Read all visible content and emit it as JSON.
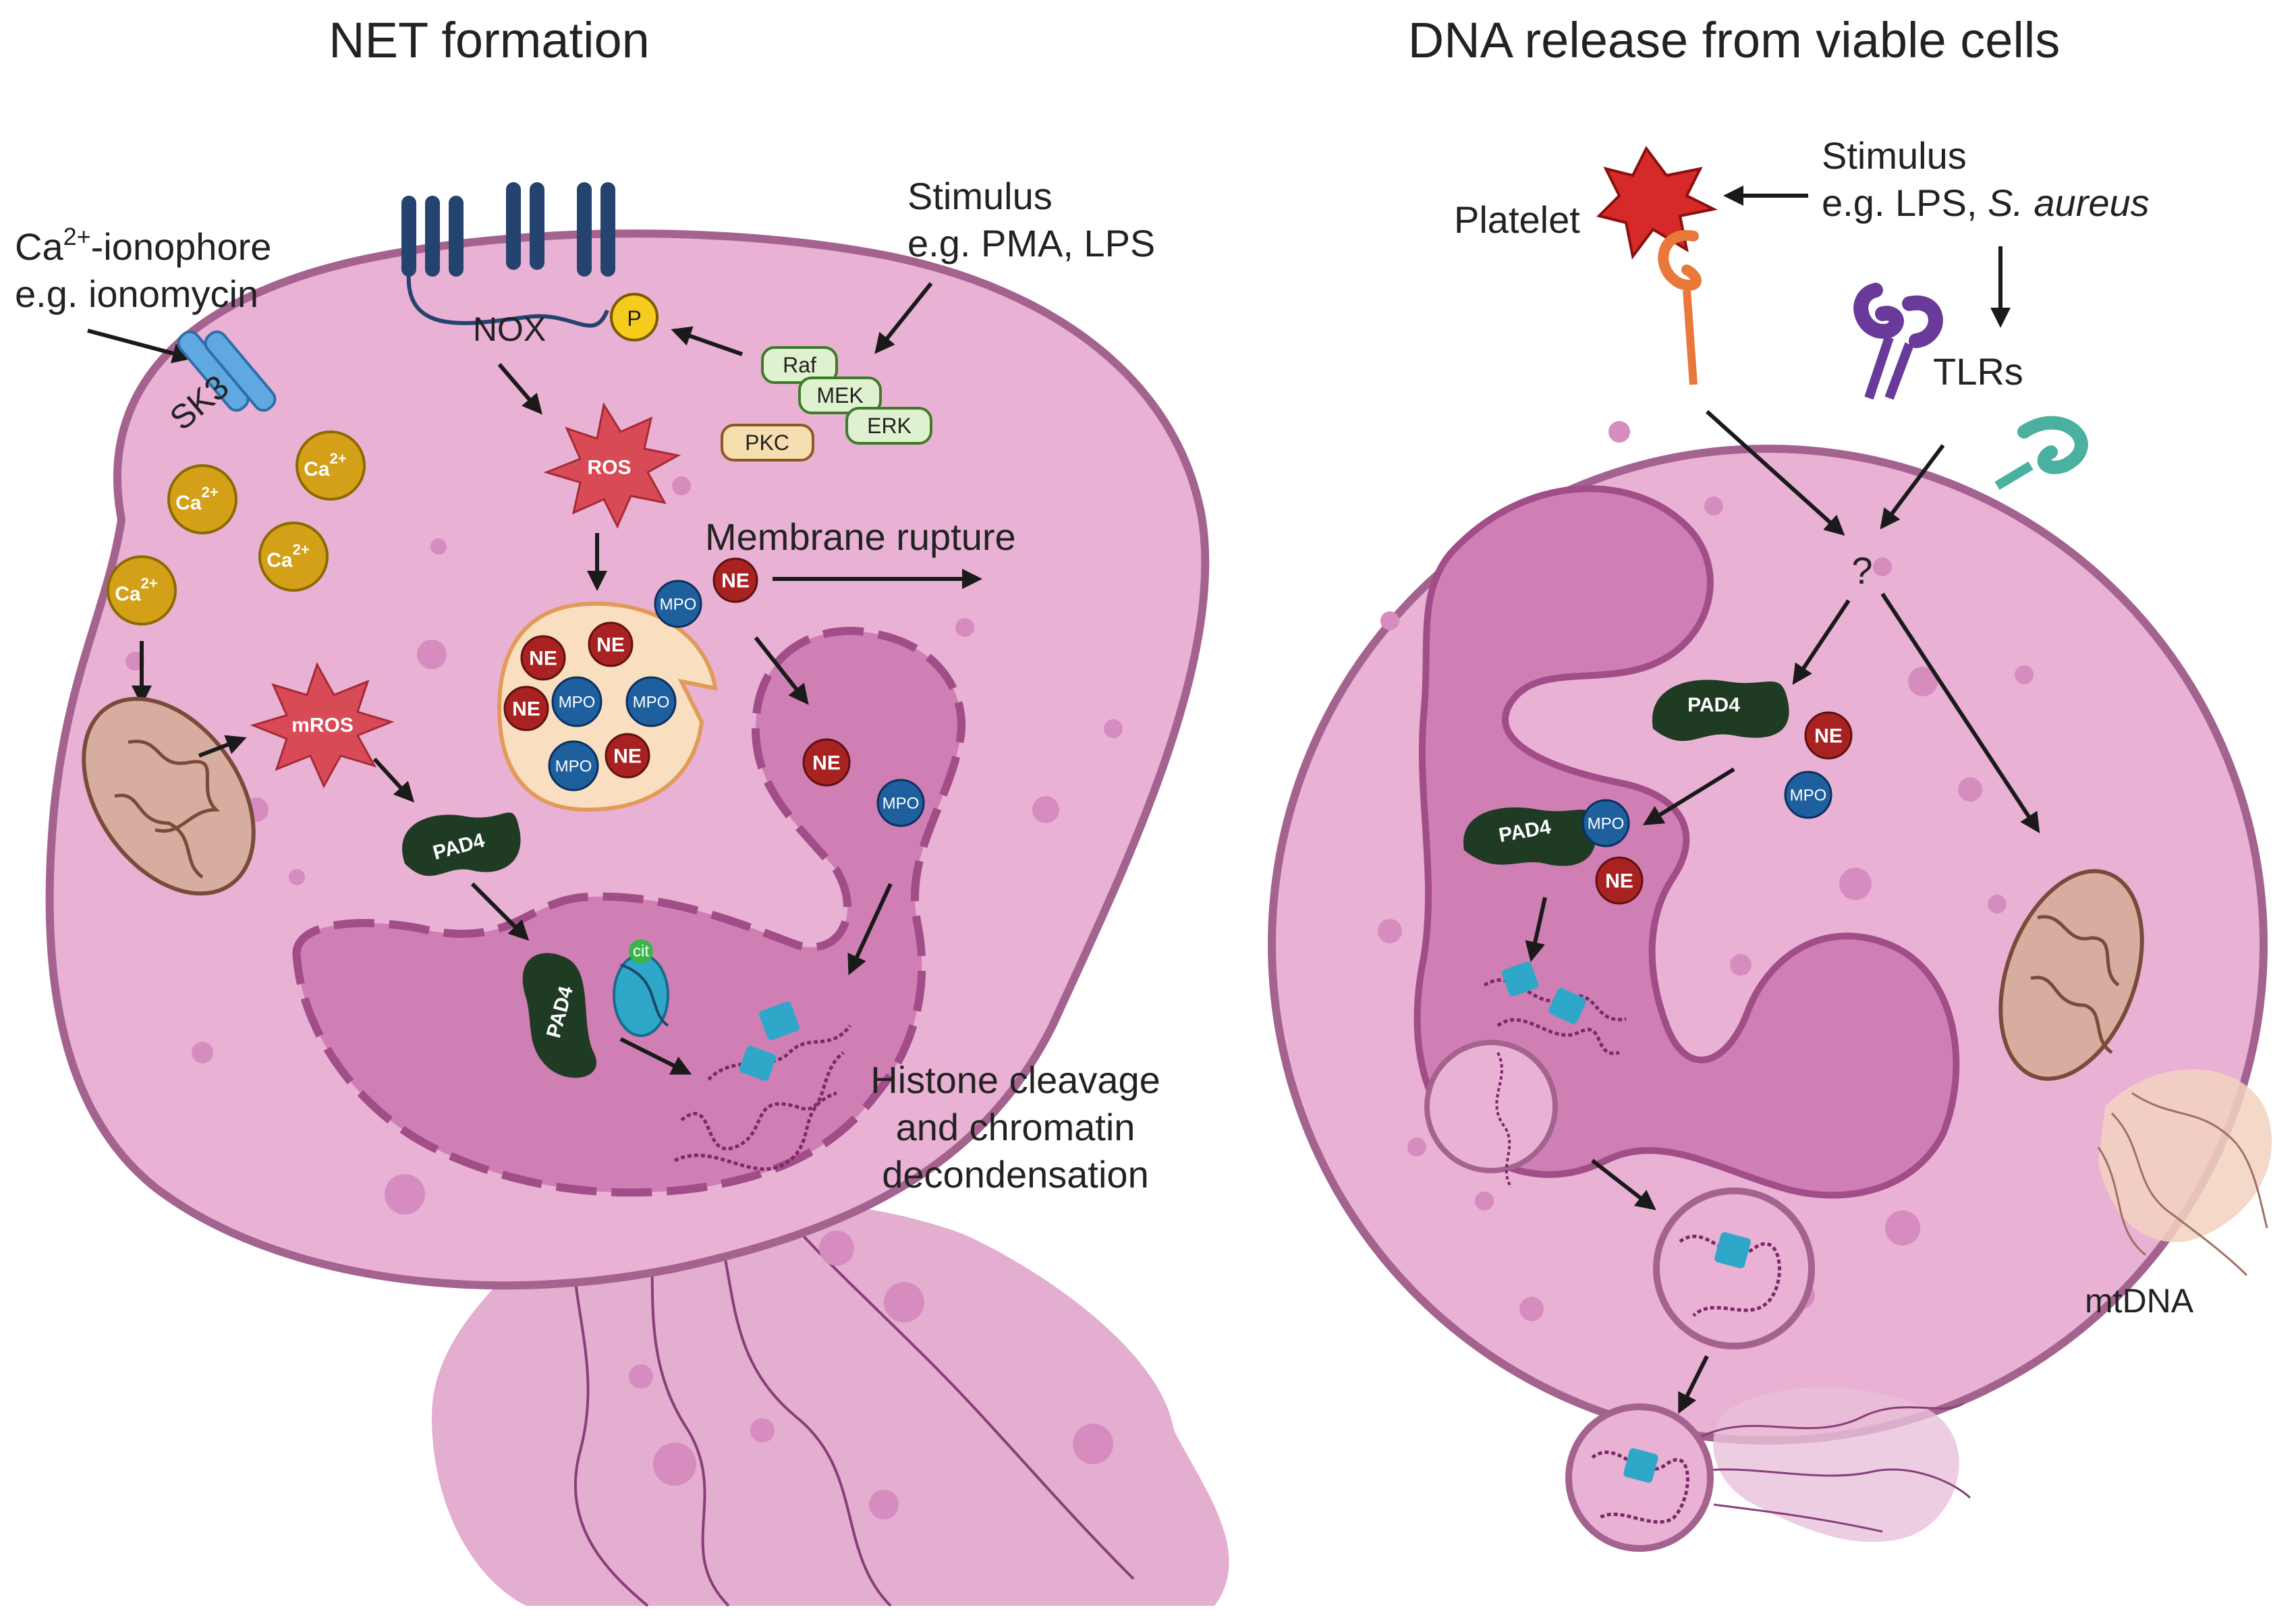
{
  "panels": {
    "left": {
      "title": "NET formation",
      "labels": {
        "ionophore_line1_base": "Ca",
        "ionophore_line1_sup": "2+",
        "ionophore_line1_rest": "-ionophore",
        "ionophore_line2": "e.g. ionomycin",
        "sk3": "SK3",
        "nox": "NOX",
        "p": "P",
        "stimulus_line1": "Stimulus",
        "stimulus_line2": "e.g. PMA, LPS",
        "raf": "Raf",
        "mek": "MEK",
        "erk": "ERK",
        "pkc": "PKC",
        "ros": "ROS",
        "mros": "mROS",
        "ca_base": "Ca",
        "ca_sup": "2+",
        "membrane_rupture": "Membrane rupture",
        "ne": "NE",
        "mpo": "MPO",
        "pad4": "PAD4",
        "cit": "cit",
        "histone_line1": "Histone cleavage",
        "histone_line2": "and chromatin",
        "histone_line3": "decondensation"
      }
    },
    "right": {
      "title": "DNA release from viable cells",
      "labels": {
        "platelet": "Platelet",
        "stimulus_line1": "Stimulus",
        "stimulus_line2_prefix": "e.g. LPS, ",
        "stimulus_line2_italic": "S. aureus",
        "tlrs": "TLRs",
        "question": "?",
        "pad4": "PAD4",
        "ne": "NE",
        "mpo": "MPO",
        "mtdna": "mtDNA"
      }
    }
  },
  "colors": {
    "cytoplasm": "#e9b1d3",
    "cell_border": "#a4638f",
    "nucleus": "#cf7fb3",
    "ne": "#a82222",
    "mpo": "#1e5f9e",
    "pad4": "#1f3b24",
    "calcium": "#d4a018",
    "ros": "#d94a57",
    "nox": "#25436f",
    "mito": "#d6ad9e"
  }
}
